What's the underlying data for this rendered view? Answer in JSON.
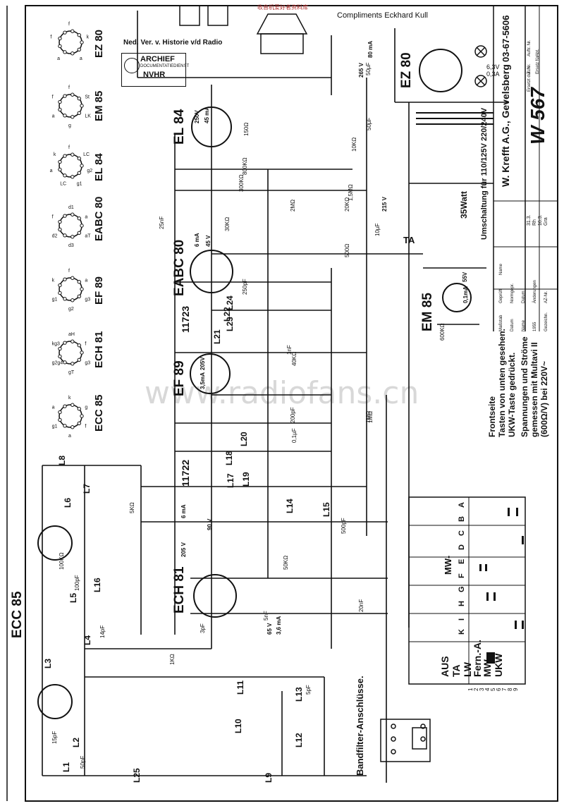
{
  "header": {
    "compliments": "Compliments Eckhard Kull",
    "archive_line": "Ned. Ver. v. Historie v/d Radio",
    "archive_name": "ARCHIEF",
    "archive_sub": "DOCUMENTATIEDIENST",
    "archive_org": "NVHR",
    "watermark_cn": "收音机爱好者资料库",
    "watermark_site": "www.radiofans.cn"
  },
  "title_block": {
    "model": "W 567",
    "maker": "W. Krefft A.G., Gevelsberg",
    "doc_no": "03-67-5606",
    "switch_note": "Umschaltung für 110/125V 220/240V",
    "fields": [
      "Auftr. Nr.",
      "Abt.",
      "Z. Nr.",
      "Ersatz für",
      "Ersetzt durch"
    ],
    "table_labels": [
      "Maßstab",
      "Datum",
      "Name",
      "1955",
      "Gezeichn.",
      "Geprüft",
      "Normgepr.",
      "Datum",
      "Änderungen",
      "AZ-Nr.",
      "Name"
    ],
    "table_values": [
      "31.3.",
      "Rh",
      "16.3.",
      "Gra"
    ]
  },
  "tubes": [
    {
      "type": "EZ 80",
      "pins": [
        "f",
        "k",
        "a",
        "a",
        "f"
      ]
    },
    {
      "type": "EM 85",
      "pins": [
        "f",
        "St",
        "LK",
        "g",
        "a",
        "f"
      ]
    },
    {
      "type": "EL 84",
      "pins": [
        "f",
        "LC",
        "g2",
        "g1",
        "LC",
        "a",
        "k"
      ]
    },
    {
      "type": "EABC 80",
      "pins": [
        "d1",
        "a",
        "aT",
        "d3",
        "d2",
        "f"
      ]
    },
    {
      "type": "EF 89",
      "pins": [
        "f",
        "a",
        "g3",
        "g2",
        "g1",
        "k"
      ]
    },
    {
      "type": "ECH 81",
      "pins": [
        "aH",
        "f",
        "g3",
        "gT",
        "g2g4",
        "kg3"
      ]
    },
    {
      "type": "ECC 85",
      "pins": [
        "k",
        "g",
        "f",
        "a",
        "g1",
        "a"
      ]
    }
  ],
  "stage_labels": {
    "ecc85": "ECC 85",
    "ech81": "ECH 81",
    "ef89": "EF 89",
    "eabc80": "EABC 80",
    "el84": "EL 84",
    "ez80": "EZ 80",
    "em85": "EM 85"
  },
  "filters": [
    "11722",
    "11723"
  ],
  "coils": [
    "L1",
    "L2",
    "L3",
    "L4",
    "L5",
    "L6",
    "L7",
    "L8",
    "L9",
    "L10",
    "L11",
    "L12",
    "L13",
    "L14",
    "L15",
    "L16",
    "L17",
    "L18",
    "L19",
    "L20",
    "L21",
    "L22",
    "L23",
    "L24",
    "L25"
  ],
  "component_values": [
    "100KΩ",
    "5KΩ",
    "1KΩ",
    "50KΩ",
    "800KΩ",
    "300KΩ",
    "150Ω",
    "500Ω",
    "30KΩ",
    "20KΩ",
    "10KΩ",
    "40KΩ",
    "1MΩ",
    "600KΩ",
    "2MΩ",
    "1,5MΩ",
    "50pF",
    "100pF",
    "200pF",
    "500pF",
    "1nF",
    "5nF",
    "20nF",
    "0,1µF",
    "25nF",
    "10µF",
    "50µF",
    "15pF",
    "5pF",
    "3pF",
    "14pF",
    "250pF",
    "1MΩ",
    "50µF"
  ],
  "voltages": [
    "205 V",
    "6 mA",
    "90 V",
    "65 V",
    "3,6 mA",
    "205V",
    "3,5mA",
    "265 V",
    "80 mA",
    "250V",
    "45 mA",
    "215 V",
    "45 V",
    "6 mA",
    "55V",
    "0,1mA"
  ],
  "power": {
    "wattage": "35Watt",
    "dials": [
      "6,3V",
      "0,3A"
    ]
  },
  "labels": {
    "fuse": "TA",
    "mains": "220 V~",
    "bandfilter": "Bandfilter-Anschlüsse.",
    "front_note": [
      "Frontseite",
      "Tasten von unten gesehen.",
      "UKW-Taste gedrückt."
    ],
    "measure_note": [
      "Spannungen und Ströme",
      "gemessen mit Multavi II",
      "(600Ω/V) bei 220V~"
    ],
    "switch_cols": [
      "AUS",
      "TA",
      "LW",
      "Fern.-A.",
      "MW",
      "UKW"
    ],
    "switch_letters": [
      "K",
      "I",
      "H",
      "G",
      "F",
      "E",
      "D",
      "C",
      "B",
      "A"
    ],
    "switch_mw": "MW-",
    "switch_rows": [
      "1",
      "2",
      "3",
      "4",
      "5",
      "6",
      "7",
      "8",
      "9"
    ]
  }
}
